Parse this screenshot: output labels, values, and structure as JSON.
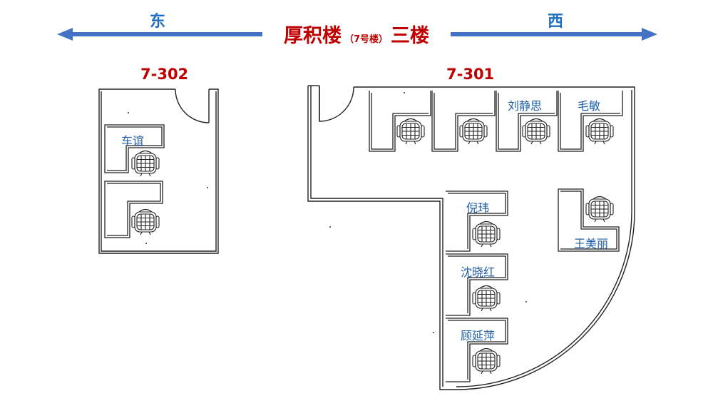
{
  "header": {
    "title_main": "厚积楼",
    "title_sub": "（7号楼）",
    "title_floor": "三楼",
    "east_label": "东",
    "west_label": "西",
    "arrow_color": "#4472c4",
    "title_color": "#c00000",
    "direction_color": "#1e6fc0"
  },
  "rooms": {
    "room_302": {
      "label": "7-302",
      "occupants": [
        "车谊"
      ]
    },
    "room_301": {
      "label": "7-301",
      "occupants": [
        "刘静思",
        "毛敏",
        "倪玮",
        "王美丽",
        "沈晓红",
        "顾延萍"
      ]
    }
  }
}
